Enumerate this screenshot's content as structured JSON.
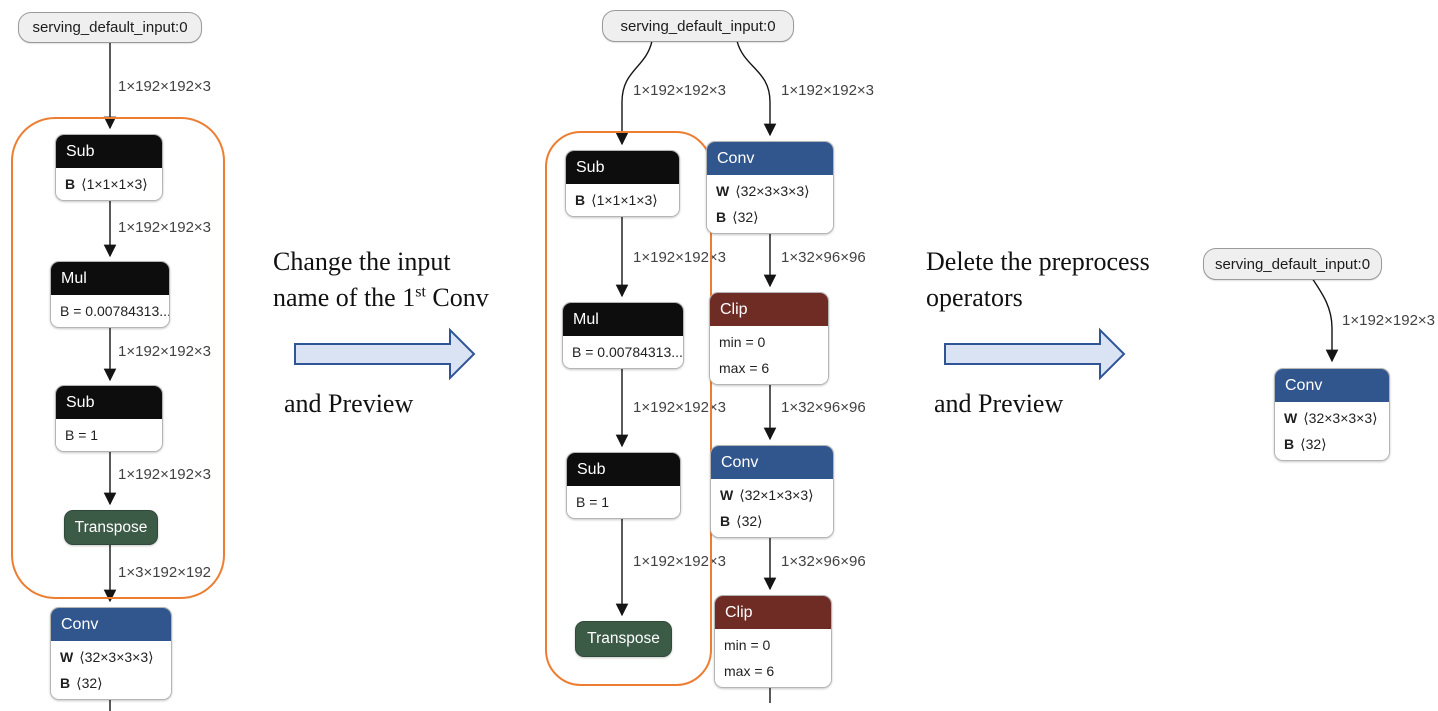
{
  "colors": {
    "conv_header": "#31568d",
    "clip_header": "#6e2c25",
    "transpose_node": "#3c5b47",
    "elementwise_header": "#0d0d0d",
    "highlight_box": "#ed7d31",
    "transform_arrow_fill": "#dae3f3",
    "transform_arrow_stroke": "#2f5597",
    "input_pill_fill": "#efefef"
  },
  "captions": {
    "step1": {
      "line1": "Change the input",
      "line2_pre": "name of the 1",
      "line2_sup": "st",
      "line2_post": " Conv",
      "line3": "and Preview"
    },
    "step2": {
      "line1": "Delete the preprocess",
      "line2": "operators",
      "line3": "and Preview"
    }
  },
  "graphs": {
    "left": {
      "input_label": "serving_default_input:0",
      "nodes": [
        {
          "title": "Sub",
          "rows": [
            {
              "b": "B",
              "t": "⟨1×1×1×3⟩"
            }
          ]
        },
        {
          "title": "Mul",
          "rows": [
            {
              "b": "",
              "t": "B = 0.00784313..."
            }
          ]
        },
        {
          "title": "Sub",
          "rows": [
            {
              "b": "",
              "t": "B = 1"
            }
          ]
        },
        {
          "title": "Transpose",
          "rows": []
        },
        {
          "title": "Conv",
          "rows": [
            {
              "b": "W",
              "t": "⟨32×3×3×3⟩"
            },
            {
              "b": "B",
              "t": "⟨32⟩"
            }
          ]
        }
      ],
      "edge_labels": [
        "1×192×192×3",
        "1×192×192×3",
        "1×192×192×3",
        "1×192×192×3",
        "1×3×192×192"
      ]
    },
    "middle": {
      "input_label": "serving_default_input:0",
      "nodes": {
        "sub1": {
          "title": "Sub",
          "rows": [
            {
              "b": "B",
              "t": "⟨1×1×1×3⟩"
            }
          ]
        },
        "conv1": {
          "title": "Conv",
          "rows": [
            {
              "b": "W",
              "t": "⟨32×3×3×3⟩"
            },
            {
              "b": "B",
              "t": "⟨32⟩"
            }
          ]
        },
        "mul": {
          "title": "Mul",
          "rows": [
            {
              "b": "",
              "t": "B = 0.00784313..."
            }
          ]
        },
        "clip1": {
          "title": "Clip",
          "rows": [
            {
              "b": "",
              "t": "min = 0"
            },
            {
              "b": "",
              "t": "max = 6"
            }
          ]
        },
        "sub2": {
          "title": "Sub",
          "rows": [
            {
              "b": "",
              "t": "B = 1"
            }
          ]
        },
        "conv2": {
          "title": "Conv",
          "rows": [
            {
              "b": "W",
              "t": "⟨32×1×3×3⟩"
            },
            {
              "b": "B",
              "t": "⟨32⟩"
            }
          ]
        },
        "transpose": {
          "title": "Transpose",
          "rows": []
        },
        "clip2": {
          "title": "Clip",
          "rows": [
            {
              "b": "",
              "t": "min = 0"
            },
            {
              "b": "",
              "t": "max = 6"
            }
          ]
        }
      },
      "left_edge_labels": [
        "1×192×192×3",
        "1×192×192×3",
        "1×192×192×3",
        "1×192×192×3"
      ],
      "right_edge_labels": [
        "1×192×192×3",
        "1×32×96×96",
        "1×32×96×96",
        "1×32×96×96"
      ]
    },
    "right": {
      "input_label": "serving_default_input:0",
      "nodes": {
        "conv": {
          "title": "Conv",
          "rows": [
            {
              "b": "W",
              "t": "⟨32×3×3×3⟩"
            },
            {
              "b": "B",
              "t": "⟨32⟩"
            }
          ]
        }
      },
      "edge_labels": [
        "1×192×192×3"
      ]
    }
  }
}
